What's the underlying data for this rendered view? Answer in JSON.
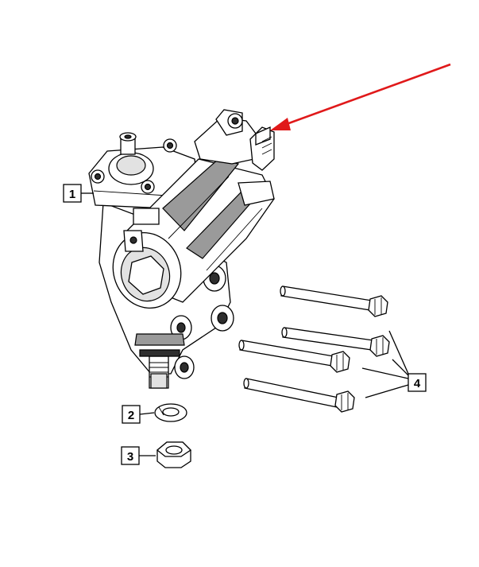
{
  "callouts": [
    {
      "label": "1",
      "part": "steering-gear"
    },
    {
      "label": "2",
      "part": "lock-washer"
    },
    {
      "label": "3",
      "part": "nut"
    },
    {
      "label": "4",
      "part": "bolts"
    }
  ],
  "colors": {
    "arrow": "#e0191a",
    "line": "#000000",
    "shade": "#9a9a9a",
    "dark": "#2e2e2e"
  }
}
